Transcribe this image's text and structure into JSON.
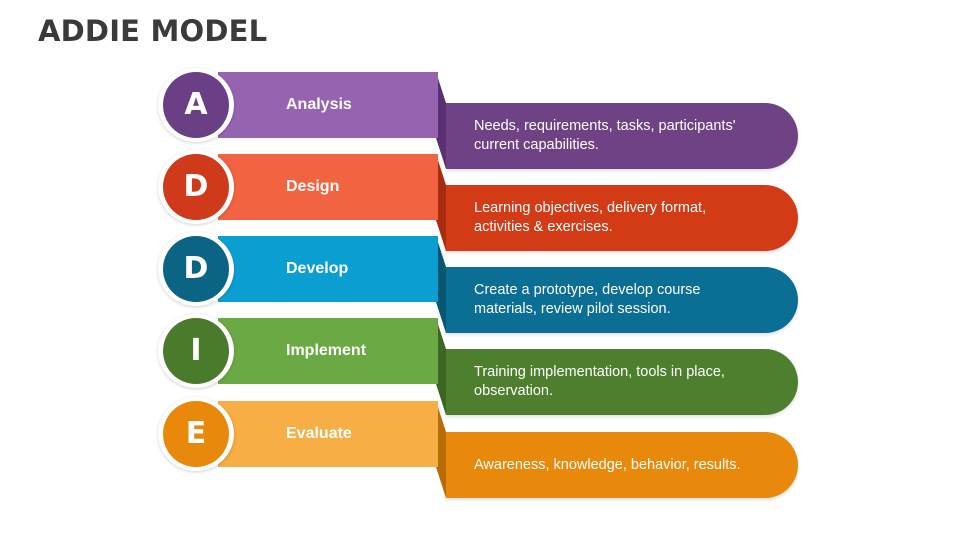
{
  "title": "ADDIE MODEL",
  "steps": [
    {
      "letter": "A",
      "label": "Analysis",
      "description": "Needs, requirements, tasks, participants' current capabilities.",
      "colors": {
        "circle": "#6b3f86",
        "band": "#9563b0",
        "fold": "#5a3170",
        "pill": "#6f4285"
      }
    },
    {
      "letter": "D",
      "label": "Design",
      "description": "Learning objectives, delivery format, activities & exercises.",
      "colors": {
        "circle": "#cf3a1a",
        "band": "#f26341",
        "fold": "#a82c10",
        "pill": "#d33b17"
      }
    },
    {
      "letter": "D",
      "label": "Develop",
      "description": "Create a prototype, develop course materials, review pilot session.",
      "colors": {
        "circle": "#0b6483",
        "band": "#0b9ed0",
        "fold": "#075672",
        "pill": "#0b6f95"
      }
    },
    {
      "letter": "I",
      "label": "Implement",
      "description": "Training implementation, tools in place, observation.",
      "colors": {
        "circle": "#4a7a2b",
        "band": "#6ba944",
        "fold": "#3d6624",
        "pill": "#4e7f2e"
      }
    },
    {
      "letter": "E",
      "label": "Evaluate",
      "description": "Awareness, knowledge, behavior, results.",
      "colors": {
        "circle": "#e8890b",
        "band": "#f7ae44",
        "fold": "#b86c07",
        "pill": "#e8890b"
      }
    }
  ]
}
